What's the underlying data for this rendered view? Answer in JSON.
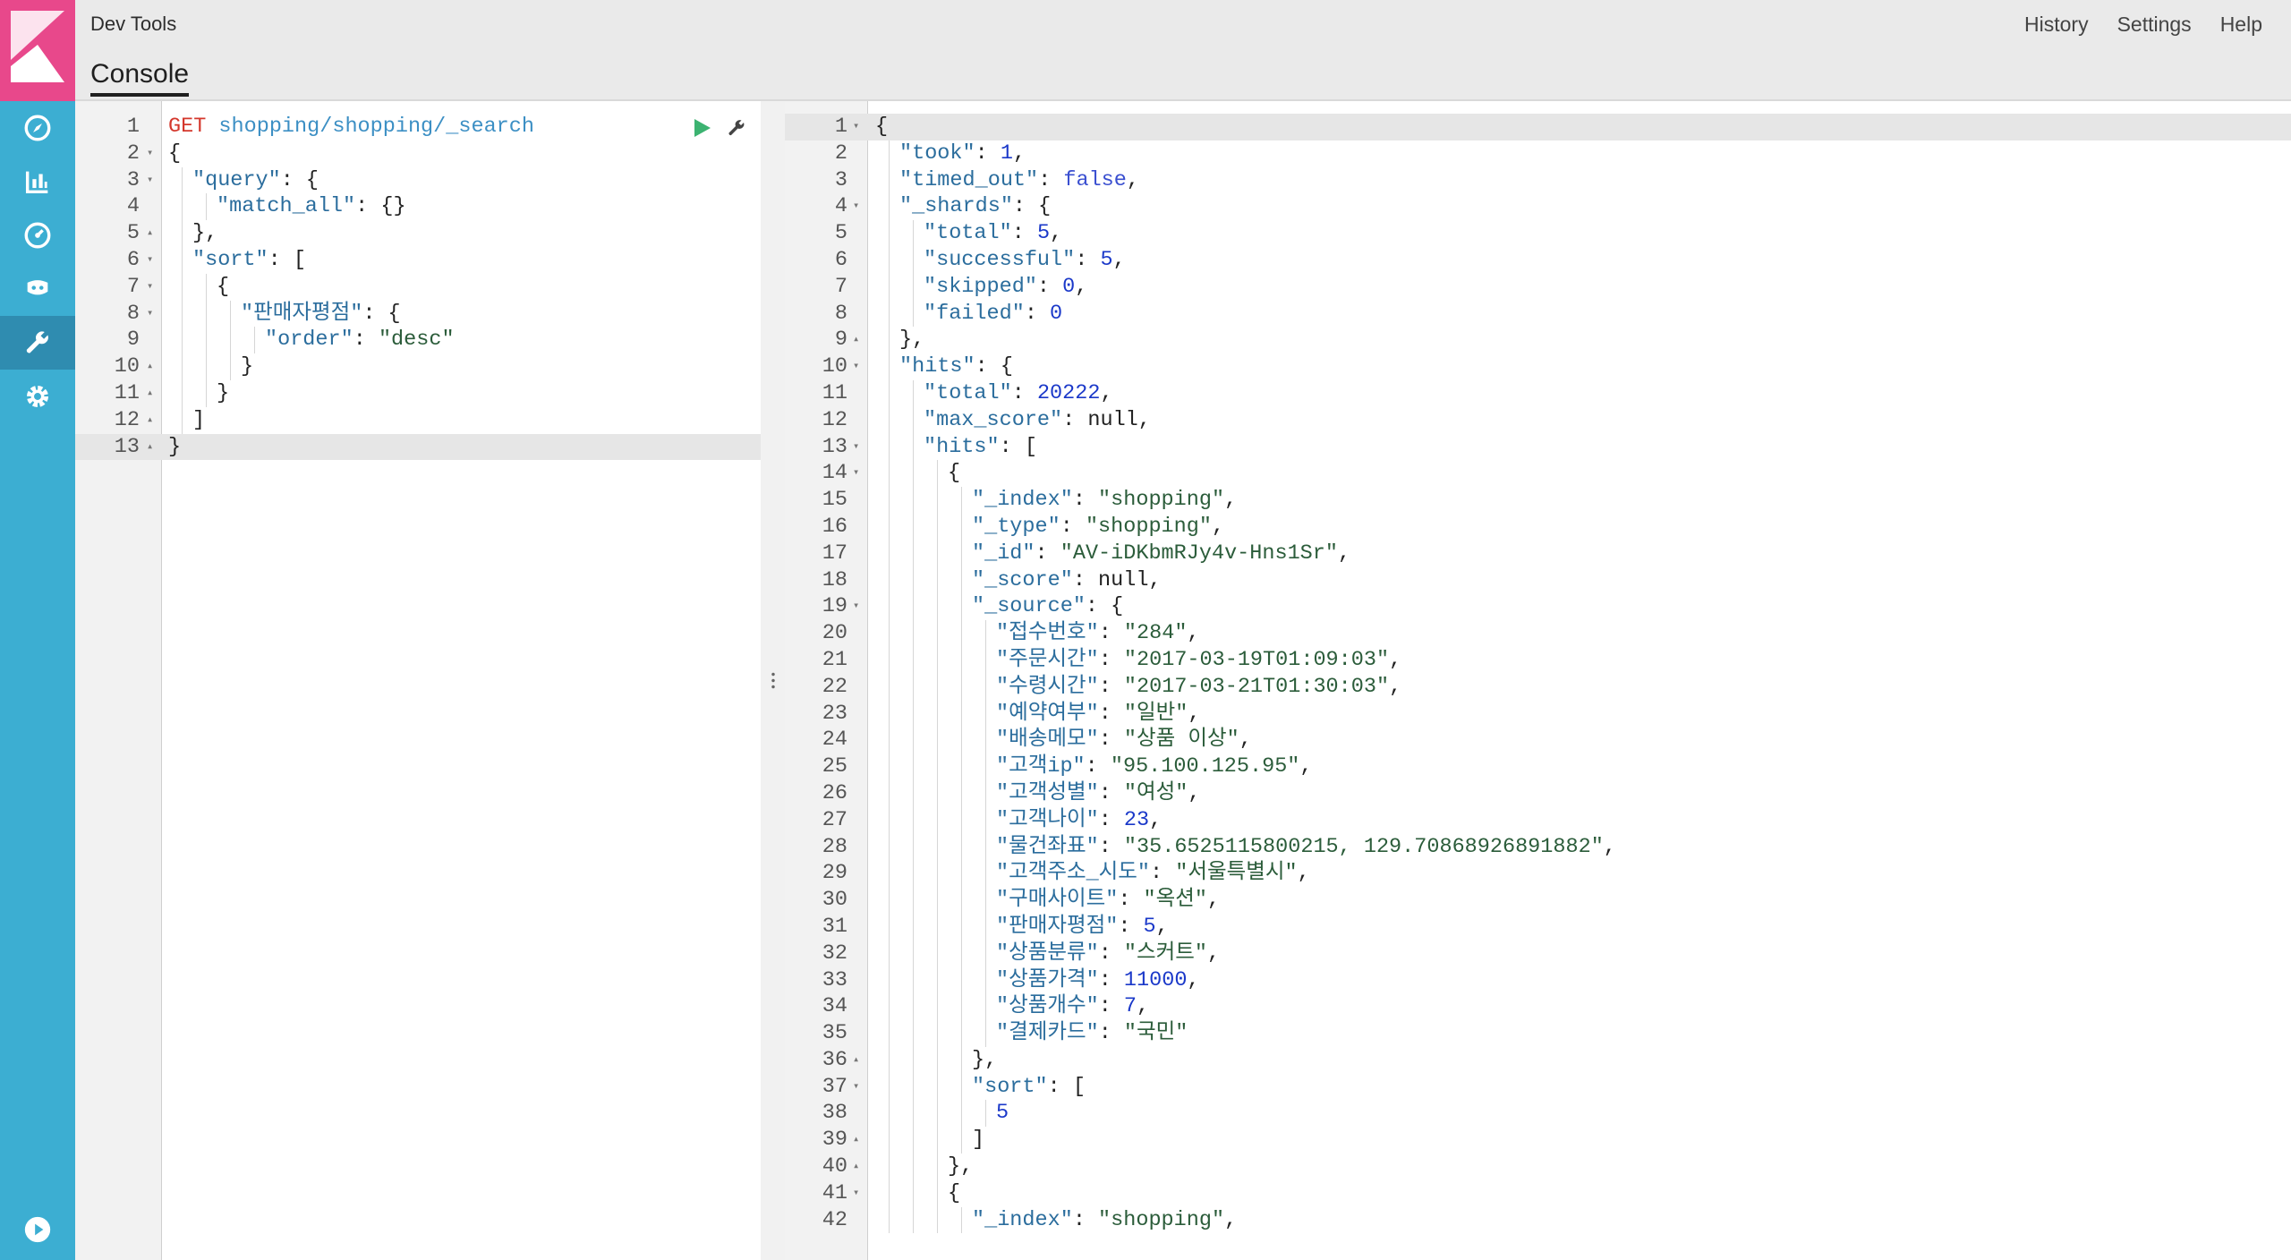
{
  "header": {
    "app_title": "Dev Tools",
    "tab_console": "Console",
    "links": {
      "history": "History",
      "settings": "Settings",
      "help": "Help"
    }
  },
  "sidebar": {
    "items": [
      {
        "icon": "compass-icon"
      },
      {
        "icon": "bar-chart-icon"
      },
      {
        "icon": "gauge-icon"
      },
      {
        "icon": "machine-learning-icon"
      },
      {
        "icon": "wrench-icon",
        "active": true
      },
      {
        "icon": "gear-icon"
      }
    ],
    "bottom_icon": "play-circle-icon"
  },
  "request": {
    "method": "GET",
    "url": "shopping/shopping/_search",
    "lines": [
      {
        "n": "1",
        "fold": "",
        "indent": 0,
        "tokens": [
          [
            "m",
            "GET"
          ],
          [
            "p",
            " "
          ],
          [
            "u",
            "shopping/shopping/_search"
          ]
        ]
      },
      {
        "n": "2",
        "fold": "▾",
        "indent": 0,
        "tokens": [
          [
            "p",
            "{"
          ]
        ]
      },
      {
        "n": "3",
        "fold": "▾",
        "indent": 1,
        "tokens": [
          [
            "k",
            "\"query\""
          ],
          [
            "p",
            ": {"
          ]
        ]
      },
      {
        "n": "4",
        "fold": "",
        "indent": 2,
        "tokens": [
          [
            "k",
            "\"match_all\""
          ],
          [
            "p",
            ": {}"
          ]
        ]
      },
      {
        "n": "5",
        "fold": "▴",
        "indent": 1,
        "tokens": [
          [
            "p",
            "},"
          ]
        ]
      },
      {
        "n": "6",
        "fold": "▾",
        "indent": 1,
        "tokens": [
          [
            "k",
            "\"sort\""
          ],
          [
            "p",
            ": ["
          ]
        ]
      },
      {
        "n": "7",
        "fold": "▾",
        "indent": 2,
        "tokens": [
          [
            "p",
            "{"
          ]
        ]
      },
      {
        "n": "8",
        "fold": "▾",
        "indent": 3,
        "tokens": [
          [
            "k",
            "\"판매자평점\""
          ],
          [
            "p",
            ": {"
          ]
        ]
      },
      {
        "n": "9",
        "fold": "",
        "indent": 4,
        "tokens": [
          [
            "k",
            "\"order\""
          ],
          [
            "p",
            ": "
          ],
          [
            "s",
            "\"desc\""
          ]
        ]
      },
      {
        "n": "10",
        "fold": "▴",
        "indent": 3,
        "tokens": [
          [
            "p",
            "}"
          ]
        ]
      },
      {
        "n": "11",
        "fold": "▴",
        "indent": 2,
        "tokens": [
          [
            "p",
            "}"
          ]
        ]
      },
      {
        "n": "12",
        "fold": "▴",
        "indent": 1,
        "tokens": [
          [
            "p",
            "]"
          ]
        ]
      },
      {
        "n": "13",
        "fold": "▴",
        "indent": 0,
        "tokens": [
          [
            "p",
            "}"
          ]
        ],
        "highlight": true
      }
    ]
  },
  "response": {
    "lines": [
      {
        "n": "1",
        "fold": "▾",
        "indent": 0,
        "tokens": [
          [
            "p",
            "{"
          ]
        ],
        "highlight": true
      },
      {
        "n": "2",
        "fold": "",
        "indent": 1,
        "tokens": [
          [
            "k",
            "\"took\""
          ],
          [
            "p",
            ": "
          ],
          [
            "n",
            "1"
          ],
          [
            "p",
            ","
          ]
        ]
      },
      {
        "n": "3",
        "fold": "",
        "indent": 1,
        "tokens": [
          [
            "k",
            "\"timed_out\""
          ],
          [
            "p",
            ": "
          ],
          [
            "b",
            "false"
          ],
          [
            "p",
            ","
          ]
        ]
      },
      {
        "n": "4",
        "fold": "▾",
        "indent": 1,
        "tokens": [
          [
            "k",
            "\"_shards\""
          ],
          [
            "p",
            ": {"
          ]
        ]
      },
      {
        "n": "5",
        "fold": "",
        "indent": 2,
        "tokens": [
          [
            "k",
            "\"total\""
          ],
          [
            "p",
            ": "
          ],
          [
            "n",
            "5"
          ],
          [
            "p",
            ","
          ]
        ]
      },
      {
        "n": "6",
        "fold": "",
        "indent": 2,
        "tokens": [
          [
            "k",
            "\"successful\""
          ],
          [
            "p",
            ": "
          ],
          [
            "n",
            "5"
          ],
          [
            "p",
            ","
          ]
        ]
      },
      {
        "n": "7",
        "fold": "",
        "indent": 2,
        "tokens": [
          [
            "k",
            "\"skipped\""
          ],
          [
            "p",
            ": "
          ],
          [
            "n",
            "0"
          ],
          [
            "p",
            ","
          ]
        ]
      },
      {
        "n": "8",
        "fold": "",
        "indent": 2,
        "tokens": [
          [
            "k",
            "\"failed\""
          ],
          [
            "p",
            ": "
          ],
          [
            "n",
            "0"
          ]
        ]
      },
      {
        "n": "9",
        "fold": "▴",
        "indent": 1,
        "tokens": [
          [
            "p",
            "},"
          ]
        ]
      },
      {
        "n": "10",
        "fold": "▾",
        "indent": 1,
        "tokens": [
          [
            "k",
            "\"hits\""
          ],
          [
            "p",
            ": {"
          ]
        ]
      },
      {
        "n": "11",
        "fold": "",
        "indent": 2,
        "tokens": [
          [
            "k",
            "\"total\""
          ],
          [
            "p",
            ": "
          ],
          [
            "n",
            "20222"
          ],
          [
            "p",
            ","
          ]
        ]
      },
      {
        "n": "12",
        "fold": "",
        "indent": 2,
        "tokens": [
          [
            "k",
            "\"max_score\""
          ],
          [
            "p",
            ": "
          ],
          [
            "nl",
            "null"
          ],
          [
            "p",
            ","
          ]
        ]
      },
      {
        "n": "13",
        "fold": "▾",
        "indent": 2,
        "tokens": [
          [
            "k",
            "\"hits\""
          ],
          [
            "p",
            ": ["
          ]
        ]
      },
      {
        "n": "14",
        "fold": "▾",
        "indent": 3,
        "tokens": [
          [
            "p",
            "{"
          ]
        ]
      },
      {
        "n": "15",
        "fold": "",
        "indent": 4,
        "tokens": [
          [
            "k",
            "\"_index\""
          ],
          [
            "p",
            ": "
          ],
          [
            "s",
            "\"shopping\""
          ],
          [
            "p",
            ","
          ]
        ]
      },
      {
        "n": "16",
        "fold": "",
        "indent": 4,
        "tokens": [
          [
            "k",
            "\"_type\""
          ],
          [
            "p",
            ": "
          ],
          [
            "s",
            "\"shopping\""
          ],
          [
            "p",
            ","
          ]
        ]
      },
      {
        "n": "17",
        "fold": "",
        "indent": 4,
        "tokens": [
          [
            "k",
            "\"_id\""
          ],
          [
            "p",
            ": "
          ],
          [
            "s",
            "\"AV-iDKbmRJy4v-Hns1Sr\""
          ],
          [
            "p",
            ","
          ]
        ]
      },
      {
        "n": "18",
        "fold": "",
        "indent": 4,
        "tokens": [
          [
            "k",
            "\"_score\""
          ],
          [
            "p",
            ": "
          ],
          [
            "nl",
            "null"
          ],
          [
            "p",
            ","
          ]
        ]
      },
      {
        "n": "19",
        "fold": "▾",
        "indent": 4,
        "tokens": [
          [
            "k",
            "\"_source\""
          ],
          [
            "p",
            ": {"
          ]
        ]
      },
      {
        "n": "20",
        "fold": "",
        "indent": 5,
        "tokens": [
          [
            "k",
            "\"접수번호\""
          ],
          [
            "p",
            ": "
          ],
          [
            "s",
            "\"284\""
          ],
          [
            "p",
            ","
          ]
        ]
      },
      {
        "n": "21",
        "fold": "",
        "indent": 5,
        "tokens": [
          [
            "k",
            "\"주문시간\""
          ],
          [
            "p",
            ": "
          ],
          [
            "s",
            "\"2017-03-19T01:09:03\""
          ],
          [
            "p",
            ","
          ]
        ]
      },
      {
        "n": "22",
        "fold": "",
        "indent": 5,
        "tokens": [
          [
            "k",
            "\"수령시간\""
          ],
          [
            "p",
            ": "
          ],
          [
            "s",
            "\"2017-03-21T01:30:03\""
          ],
          [
            "p",
            ","
          ]
        ]
      },
      {
        "n": "23",
        "fold": "",
        "indent": 5,
        "tokens": [
          [
            "k",
            "\"예약여부\""
          ],
          [
            "p",
            ": "
          ],
          [
            "s",
            "\"일반\""
          ],
          [
            "p",
            ","
          ]
        ]
      },
      {
        "n": "24",
        "fold": "",
        "indent": 5,
        "tokens": [
          [
            "k",
            "\"배송메모\""
          ],
          [
            "p",
            ": "
          ],
          [
            "s",
            "\"상품 이상\""
          ],
          [
            "p",
            ","
          ]
        ]
      },
      {
        "n": "25",
        "fold": "",
        "indent": 5,
        "tokens": [
          [
            "k",
            "\"고객ip\""
          ],
          [
            "p",
            ": "
          ],
          [
            "s",
            "\"95.100.125.95\""
          ],
          [
            "p",
            ","
          ]
        ]
      },
      {
        "n": "26",
        "fold": "",
        "indent": 5,
        "tokens": [
          [
            "k",
            "\"고객성별\""
          ],
          [
            "p",
            ": "
          ],
          [
            "s",
            "\"여성\""
          ],
          [
            "p",
            ","
          ]
        ]
      },
      {
        "n": "27",
        "fold": "",
        "indent": 5,
        "tokens": [
          [
            "k",
            "\"고객나이\""
          ],
          [
            "p",
            ": "
          ],
          [
            "n",
            "23"
          ],
          [
            "p",
            ","
          ]
        ]
      },
      {
        "n": "28",
        "fold": "",
        "indent": 5,
        "tokens": [
          [
            "k",
            "\"물건좌표\""
          ],
          [
            "p",
            ": "
          ],
          [
            "s",
            "\"35.6525115800215, 129.70868926891882\""
          ],
          [
            "p",
            ","
          ]
        ]
      },
      {
        "n": "29",
        "fold": "",
        "indent": 5,
        "tokens": [
          [
            "k",
            "\"고객주소_시도\""
          ],
          [
            "p",
            ": "
          ],
          [
            "s",
            "\"서울특별시\""
          ],
          [
            "p",
            ","
          ]
        ]
      },
      {
        "n": "30",
        "fold": "",
        "indent": 5,
        "tokens": [
          [
            "k",
            "\"구매사이트\""
          ],
          [
            "p",
            ": "
          ],
          [
            "s",
            "\"옥션\""
          ],
          [
            "p",
            ","
          ]
        ]
      },
      {
        "n": "31",
        "fold": "",
        "indent": 5,
        "tokens": [
          [
            "k",
            "\"판매자평점\""
          ],
          [
            "p",
            ": "
          ],
          [
            "n",
            "5"
          ],
          [
            "p",
            ","
          ]
        ]
      },
      {
        "n": "32",
        "fold": "",
        "indent": 5,
        "tokens": [
          [
            "k",
            "\"상품분류\""
          ],
          [
            "p",
            ": "
          ],
          [
            "s",
            "\"스커트\""
          ],
          [
            "p",
            ","
          ]
        ]
      },
      {
        "n": "33",
        "fold": "",
        "indent": 5,
        "tokens": [
          [
            "k",
            "\"상품가격\""
          ],
          [
            "p",
            ": "
          ],
          [
            "n",
            "11000"
          ],
          [
            "p",
            ","
          ]
        ]
      },
      {
        "n": "34",
        "fold": "",
        "indent": 5,
        "tokens": [
          [
            "k",
            "\"상품개수\""
          ],
          [
            "p",
            ": "
          ],
          [
            "n",
            "7"
          ],
          [
            "p",
            ","
          ]
        ]
      },
      {
        "n": "35",
        "fold": "",
        "indent": 5,
        "tokens": [
          [
            "k",
            "\"결제카드\""
          ],
          [
            "p",
            ": "
          ],
          [
            "s",
            "\"국민\""
          ]
        ]
      },
      {
        "n": "36",
        "fold": "▴",
        "indent": 4,
        "tokens": [
          [
            "p",
            "},"
          ]
        ]
      },
      {
        "n": "37",
        "fold": "▾",
        "indent": 4,
        "tokens": [
          [
            "k",
            "\"sort\""
          ],
          [
            "p",
            ": ["
          ]
        ]
      },
      {
        "n": "38",
        "fold": "",
        "indent": 5,
        "tokens": [
          [
            "n",
            "5"
          ]
        ]
      },
      {
        "n": "39",
        "fold": "▴",
        "indent": 4,
        "tokens": [
          [
            "p",
            "]"
          ]
        ]
      },
      {
        "n": "40",
        "fold": "▴",
        "indent": 3,
        "tokens": [
          [
            "p",
            "},"
          ]
        ]
      },
      {
        "n": "41",
        "fold": "▾",
        "indent": 3,
        "tokens": [
          [
            "p",
            "{"
          ]
        ]
      },
      {
        "n": "42",
        "fold": "",
        "indent": 4,
        "tokens": [
          [
            "k",
            "\"_index\""
          ],
          [
            "p",
            ": "
          ],
          [
            "s",
            "\"shopping\""
          ],
          [
            "p",
            ","
          ]
        ]
      }
    ]
  },
  "colors": {
    "sidebar": "#3caed2",
    "logo": "#e8488b",
    "run_button": "#3cb371"
  }
}
